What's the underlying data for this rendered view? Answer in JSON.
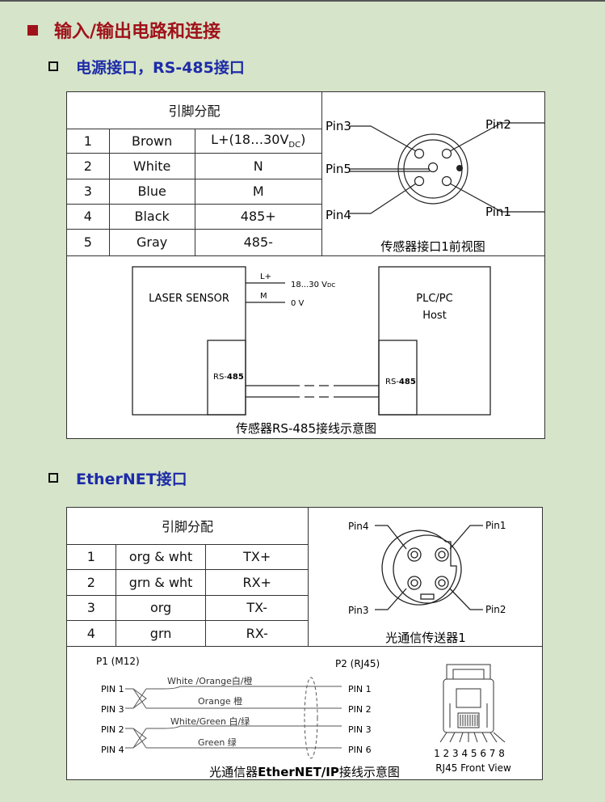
{
  "section_title": "输入/输出电路和连接",
  "rs485": {
    "heading": "电源接口，RS-485接口",
    "table_title": "引脚分配",
    "rows": [
      {
        "n": "1",
        "color": "Brown",
        "signal": "L+(18…30V",
        "signal_sub": "DC",
        ")": ")"
      },
      {
        "n": "2",
        "color": "White",
        "signal": "N"
      },
      {
        "n": "3",
        "color": "Blue",
        "signal": "M"
      },
      {
        "n": "4",
        "color": "Black",
        "signal": "485+"
      },
      {
        "n": "5",
        "color": "Gray",
        "signal": "485-"
      }
    ],
    "signal_close": ")",
    "connector_labels": {
      "pin1": "Pin1",
      "pin2": "Pin2",
      "pin3": "Pin3",
      "pin4": "Pin4",
      "pin5": "Pin5"
    },
    "connector_caption": "传感器接口1前视图",
    "wiring": {
      "sensor": "LASER SENSOR",
      "host_line1": "PLC/PC",
      "host_line2": "Host",
      "lplus": "L+",
      "m": "M",
      "volt_prefix": "18...30 V",
      "volt_sub": "DC",
      "zero": "0 V",
      "rs_prefix": "RS-",
      "rs_num": "485"
    },
    "wiring_caption": "传感器RS-485接线示意图"
  },
  "ethernet": {
    "heading": "EtherNET接口",
    "table_title": "引脚分配",
    "rows": [
      {
        "n": "1",
        "color": "org & wht",
        "signal": "TX+"
      },
      {
        "n": "2",
        "color": "grn & wht",
        "signal": "RX+"
      },
      {
        "n": "3",
        "color": "org",
        "signal": "TX-"
      },
      {
        "n": "4",
        "color": "grn",
        "signal": "RX-"
      }
    ],
    "connector_labels": {
      "pin1": "Pin1",
      "pin2": "Pin2",
      "pin3": "Pin3",
      "pin4": "Pin4"
    },
    "connector_caption": "光通信传送器1",
    "wiring": {
      "p1": "P1 (M12)",
      "p2": "P2 (RJ45)",
      "left_pins": [
        "PIN 1",
        "PIN 3",
        "PIN 2",
        "PIN 4"
      ],
      "right_pins": [
        "PIN 1",
        "PIN 2",
        "PIN 3",
        "PIN 6"
      ],
      "wire_labels": [
        "White /Orange白/橙",
        "Orange   橙",
        "White/Green  白/绿",
        "Green      绿"
      ],
      "rj45_numbers": "1 2 3 4 5 6 7 8",
      "rj45_label": "RJ45  Front  View"
    },
    "caption_prefix": "光通信器",
    "caption_bold": "EtherNET/IP",
    "caption_suffix": "接线示意图"
  }
}
